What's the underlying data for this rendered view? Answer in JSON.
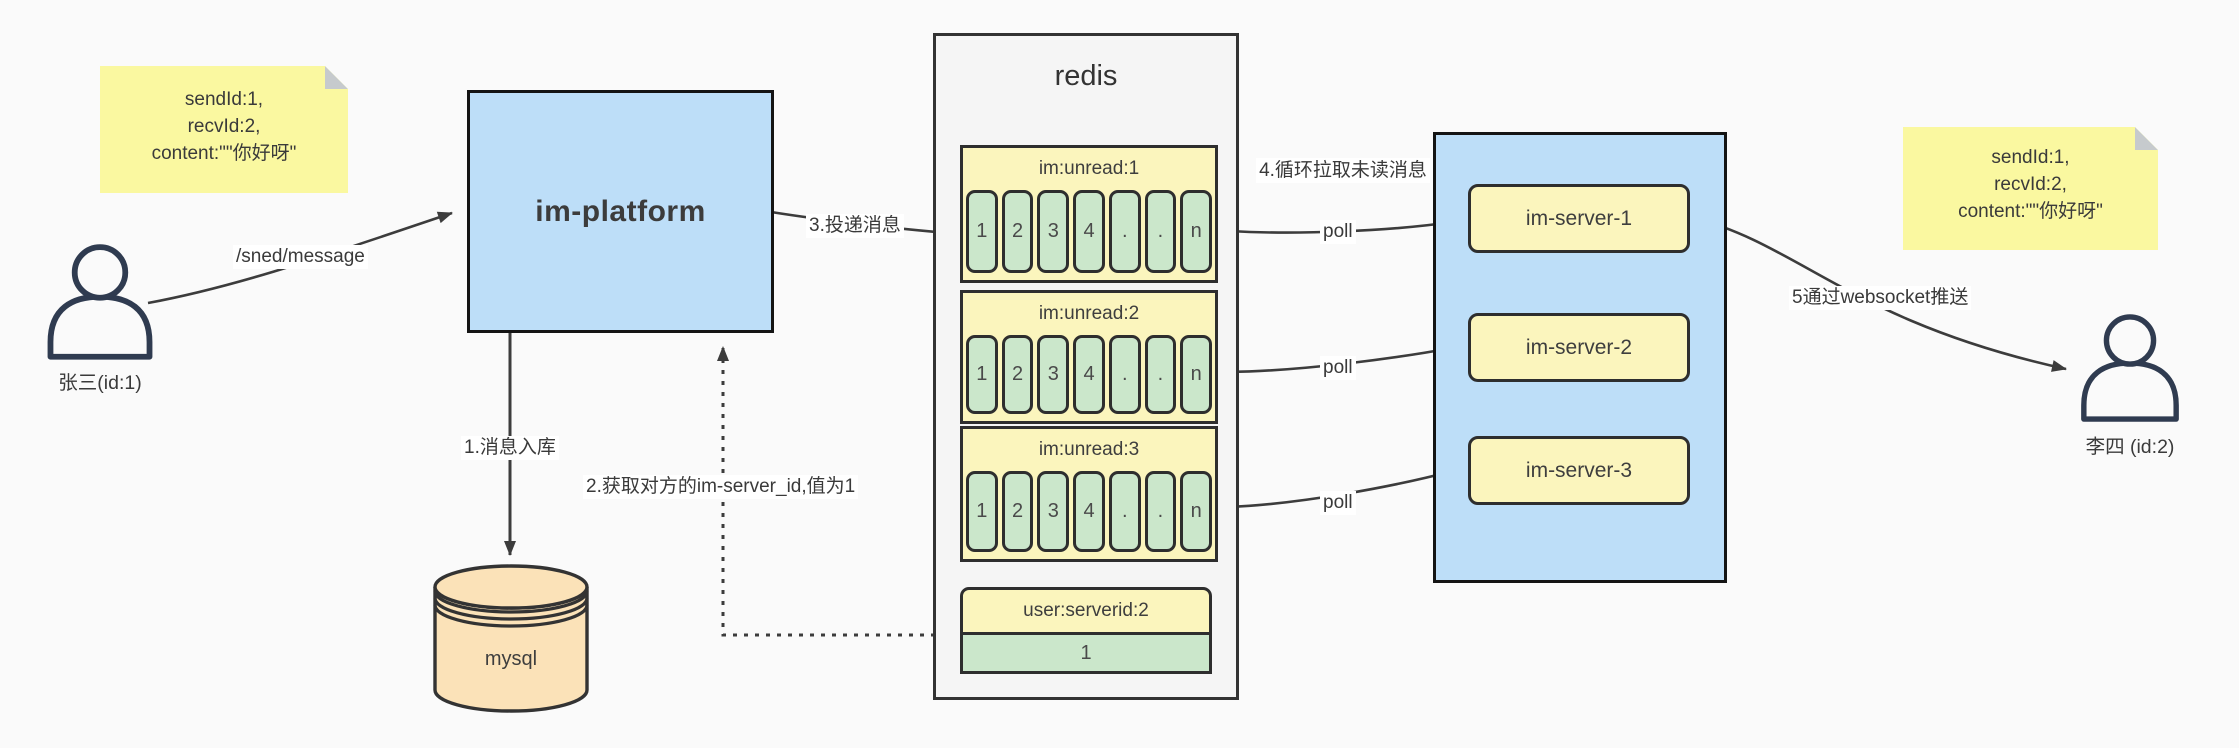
{
  "canvas": {
    "background": "#FAFAFA"
  },
  "actors": {
    "sender": {
      "name": "张三(id:1)"
    },
    "receiver": {
      "name": "李四 (id:2)"
    }
  },
  "notes": {
    "left": {
      "line1": "sendId:1,",
      "line2": "recvId:2,",
      "line3": "content:\"\"你好呀\""
    },
    "right": {
      "line1": "sendId:1,",
      "line2": "recvId:2,",
      "line3": "content:\"\"你好呀\""
    }
  },
  "platform": {
    "label": "im-platform"
  },
  "database": {
    "label": "mysql"
  },
  "redis": {
    "title": "redis",
    "queues": [
      {
        "name": "im:unread:1",
        "cells": [
          "1",
          "2",
          "3",
          "4",
          ".",
          ".",
          "n"
        ]
      },
      {
        "name": "im:unread:2",
        "cells": [
          "1",
          "2",
          "3",
          "4",
          ".",
          ".",
          "n"
        ]
      },
      {
        "name": "im:unread:3",
        "cells": [
          "1",
          "2",
          "3",
          "4",
          ".",
          ".",
          "n"
        ]
      }
    ],
    "mapping": {
      "key": "user:serverid:2",
      "value": "1"
    }
  },
  "server_cluster": {
    "servers": [
      {
        "label": "im-server-1"
      },
      {
        "label": "im-server-2"
      },
      {
        "label": "im-server-3"
      }
    ]
  },
  "edges": {
    "send_api": "/sned/message",
    "store": "1.消息入库",
    "lookup": "2.获取对方的im-server_id,值为1",
    "deliver": "3.投递消息",
    "poll_loop": "4.循环拉取未读消息",
    "poll1": "poll",
    "poll2": "poll",
    "poll3": "poll",
    "push": "5通过websocket推送"
  },
  "colors": {
    "node_blue": "#BDDEF8",
    "note_yellow": "#FAF8A0",
    "pale_yellow": "#FBF5BD",
    "cell_green": "#CBE7CB",
    "db_tan": "#FBE2B8",
    "redis_gray": "#F5F5F5",
    "arrow": "#3C3C3C"
  }
}
